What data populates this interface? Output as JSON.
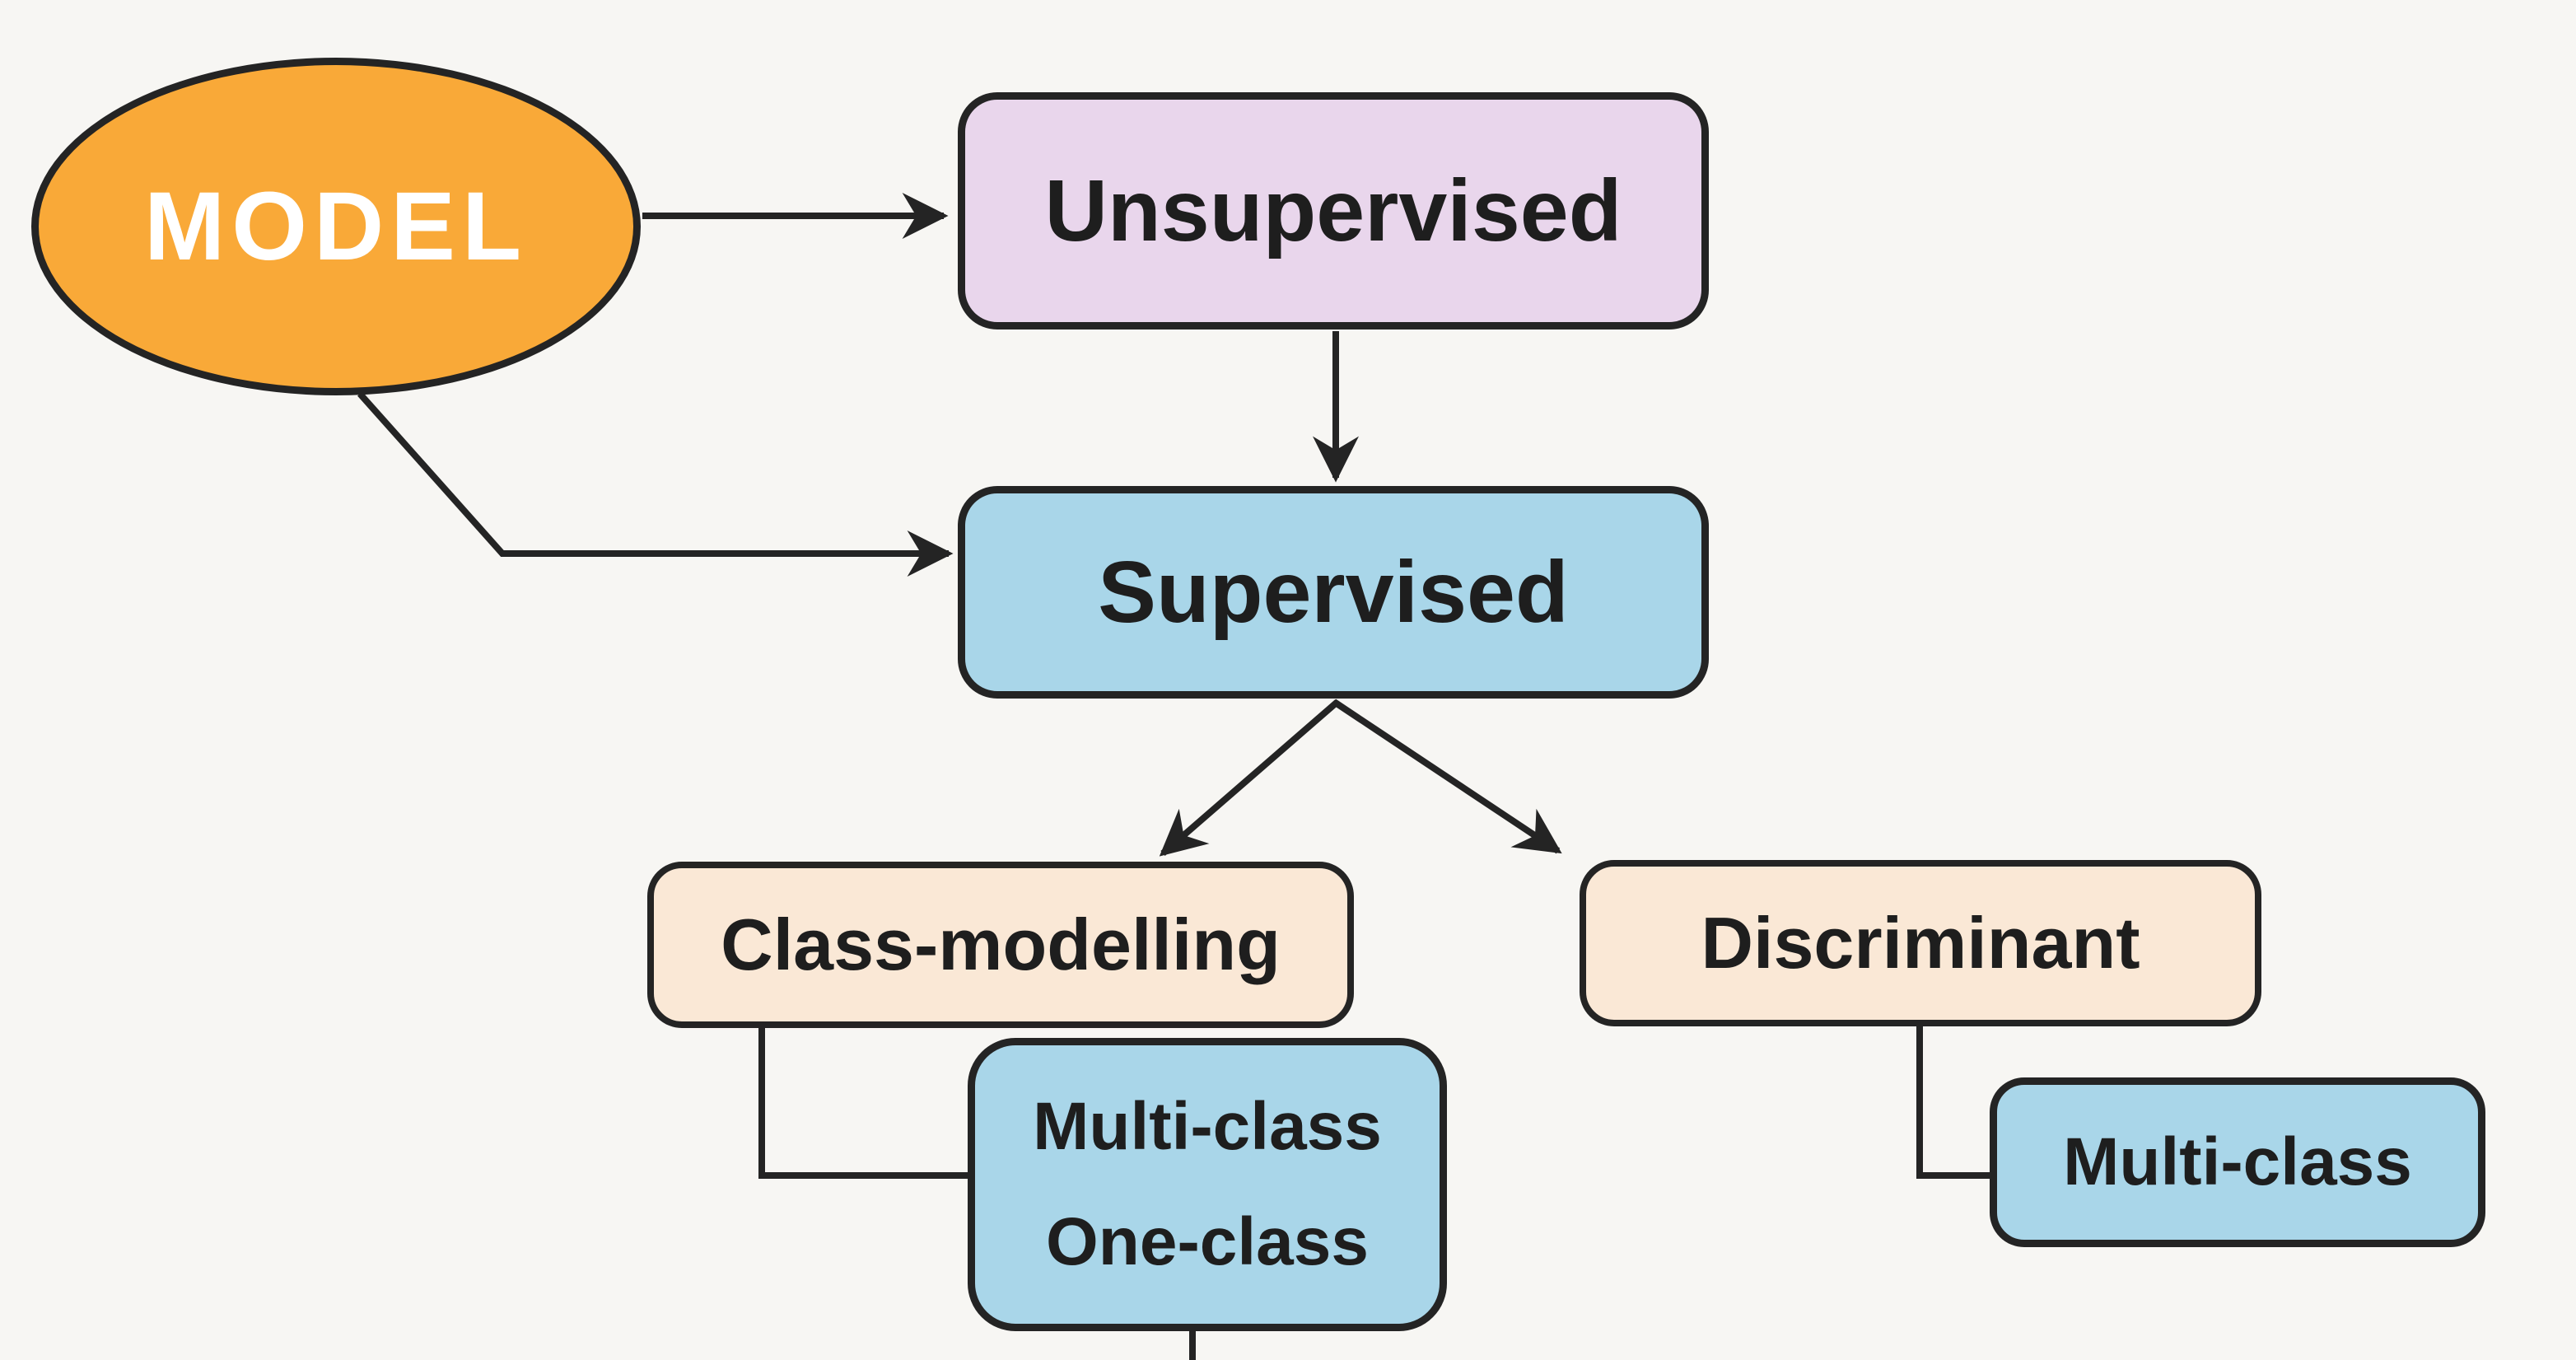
{
  "diagram": {
    "background_color": "#f7f6f3",
    "line_color": "#242424",
    "nodes": {
      "model": {
        "label": "MODEL",
        "shape": "ellipse",
        "fill": "#f9a938",
        "text_color": "#ffffff"
      },
      "unsupervised": {
        "label": "Unsupervised",
        "shape": "rounded-rect",
        "fill": "#e9d6ec",
        "text_color": "#1e1e1e"
      },
      "supervised": {
        "label": "Supervised",
        "shape": "rounded-rect",
        "fill": "#a9d6e9",
        "text_color": "#1e1e1e"
      },
      "class_modelling": {
        "label": "Class-modelling",
        "shape": "rounded-rect",
        "fill": "#fae8d6",
        "text_color": "#1e1e1e"
      },
      "discriminant": {
        "label": "Discriminant",
        "shape": "rounded-rect",
        "fill": "#fae8d6",
        "text_color": "#1e1e1e"
      },
      "class_modelling_sub": {
        "label_line1": "Multi-class",
        "label_line2": "One-class",
        "shape": "rounded-rect",
        "fill": "#a9d6e9",
        "text_color": "#1e1e1e"
      },
      "discriminant_sub": {
        "label": "Multi-class",
        "shape": "rounded-rect",
        "fill": "#a9d6e9",
        "text_color": "#1e1e1e"
      }
    },
    "edges": [
      {
        "from": "MODEL",
        "to": "Unsupervised",
        "arrow": true
      },
      {
        "from": "MODEL",
        "to": "Supervised",
        "arrow": true
      },
      {
        "from": "Unsupervised",
        "to": "Supervised",
        "arrow": true
      },
      {
        "from": "Supervised",
        "to": "Class-modelling",
        "arrow": true
      },
      {
        "from": "Supervised",
        "to": "Discriminant",
        "arrow": true
      },
      {
        "from": "Class-modelling",
        "to": "Multi-class / One-class",
        "arrow": false
      },
      {
        "from": "Discriminant",
        "to": "Multi-class",
        "arrow": false
      }
    ]
  }
}
